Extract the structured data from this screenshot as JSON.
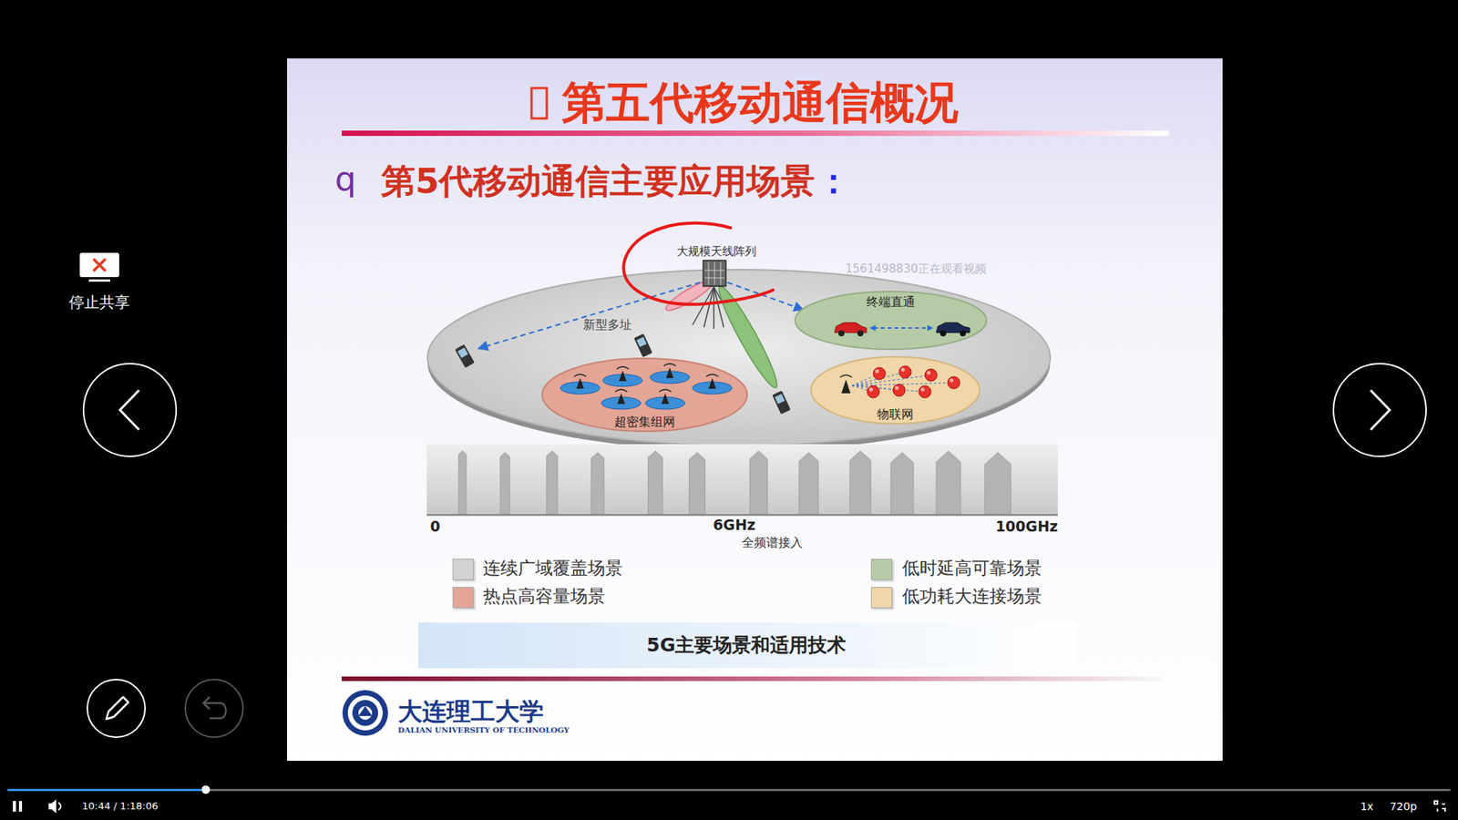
{
  "diagram": {
    "title": "第五代移动通信概况",
    "caption": "5G主要场景和适用技术",
    "nodes": [
      {
        "text": [
          "终端直通"
        ]
      },
      {
        "text": [
          "超密集组网"
        ]
      },
      {
        "text": [
          "物联网"
        ]
      }
    ],
    "labels": [
      "停止共享",
      "q",
      "第5代移动通信主要应用场景",
      "：",
      "大规模天线阵列",
      "新型多址",
      "1561498830正在观看视频",
      "0",
      "6GHz",
      "100GHz",
      "全频谱接入",
      "大连理工大学",
      "DALIAN UNIVERSITY OF TECHNOLOGY",
      "10:44 / 1:18:06",
      "1x",
      "720p"
    ],
    "legend": [
      {
        "text": "连续广域覆盖场景",
        "color": "#d2d2d2"
      },
      {
        "text": "热点高容量场景",
        "color": "#e3a596"
      },
      {
        "text": "低时延高可靠场景",
        "color": "#b5cba5"
      },
      {
        "text": "低功耗大连接场景",
        "color": "#f0d6a8"
      }
    ]
  }
}
